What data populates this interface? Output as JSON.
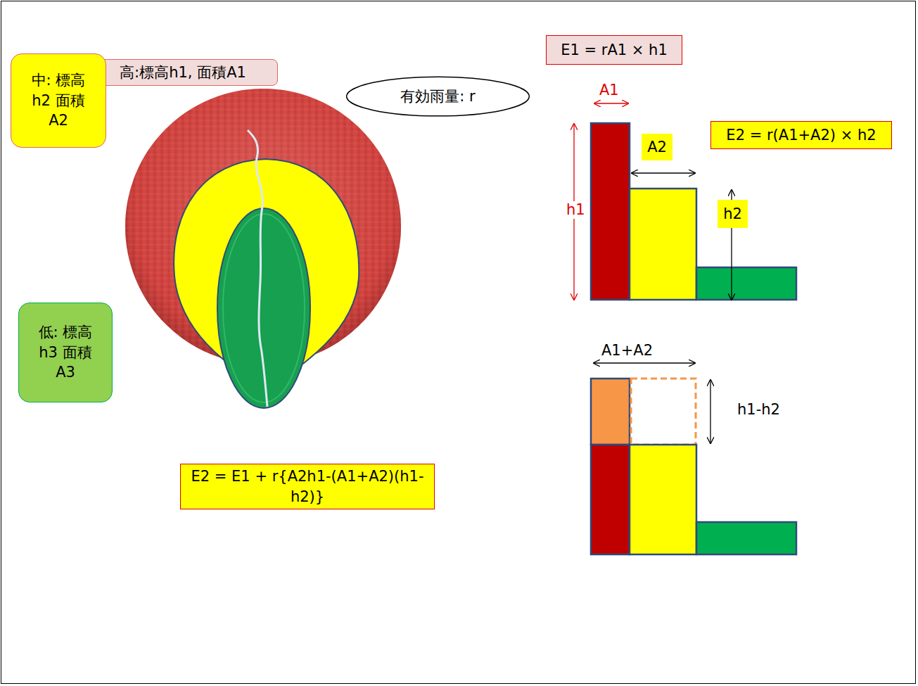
{
  "diagram": {
    "nodes": [
      {
        "text": [
          "高:標高h1, 面積A1"
        ]
      },
      {
        "text": [
          "有効雨量: r"
        ]
      },
      {
        "text": [
          "中: 標高h2 面積A2"
        ]
      },
      {
        "text": [
          "低: 標高h3 面積A3"
        ]
      },
      {
        "text": [
          "E2 = E1 + r{A2h1-(A1+A2)(h1-h2)}"
        ]
      },
      {
        "text": [
          "E1 = rA1 × h1"
        ]
      },
      {
        "text": [
          "A2"
        ]
      },
      {
        "text": [
          "E2 = r(A1+A2) × h2"
        ]
      },
      {
        "text": [
          "h2"
        ]
      }
    ],
    "labels": [
      "A1",
      "h1",
      "A1+A2",
      "h1-h2"
    ]
  }
}
